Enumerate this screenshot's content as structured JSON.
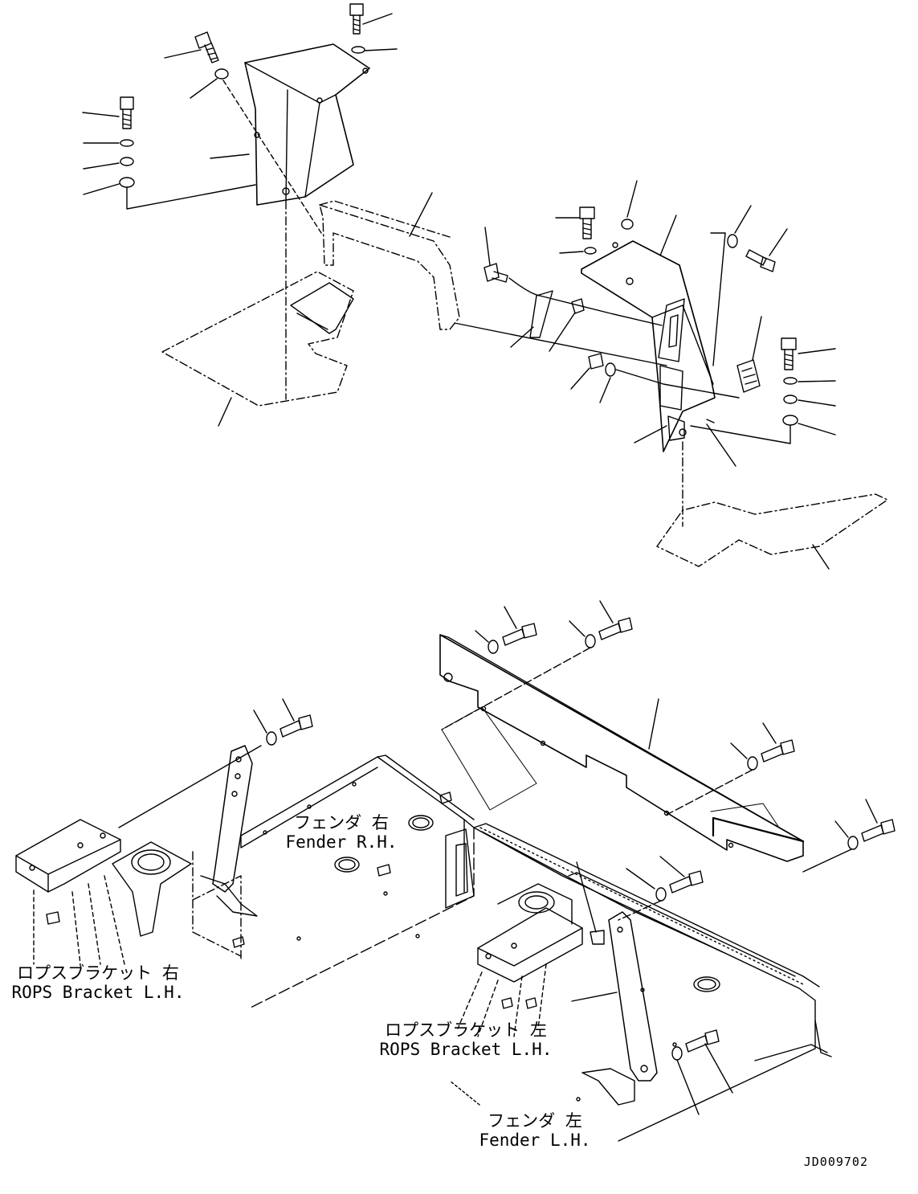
{
  "labels": {
    "fender_rh": {
      "jp": "フェンダ 右",
      "en": "Fender R.H."
    },
    "fender_lh": {
      "jp": "フェンダ 左",
      "en": "Fender L.H."
    },
    "rops_right": {
      "jp": "ロプスブラケット 右",
      "en": "ROPS Bracket L.H."
    },
    "rops_left": {
      "jp": "ロプスブラケット 左",
      "en": "ROPS Bracket L.H."
    }
  },
  "drawing_id": "JD009702",
  "colors": {
    "line": "#000000",
    "background": "#ffffff"
  }
}
